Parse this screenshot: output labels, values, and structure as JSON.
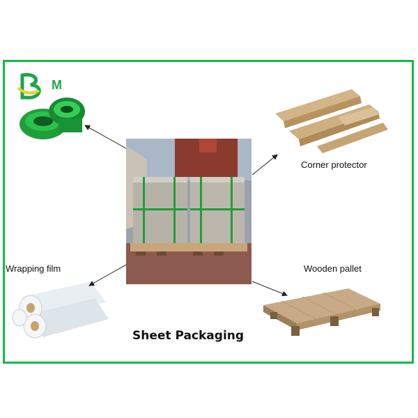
{
  "logo": {
    "text": "BM"
  },
  "labels": {
    "corner_protector": "Corner protector",
    "wrapping_film": "Wrapping film",
    "wooden_pallet": "Wooden pallet"
  },
  "caption": "Sheet Packaging",
  "colors": {
    "frame": "#17b84a",
    "strap_green": "#1f9e3a",
    "kraft": "#c9a87a",
    "pallet": "#c8ab86"
  }
}
